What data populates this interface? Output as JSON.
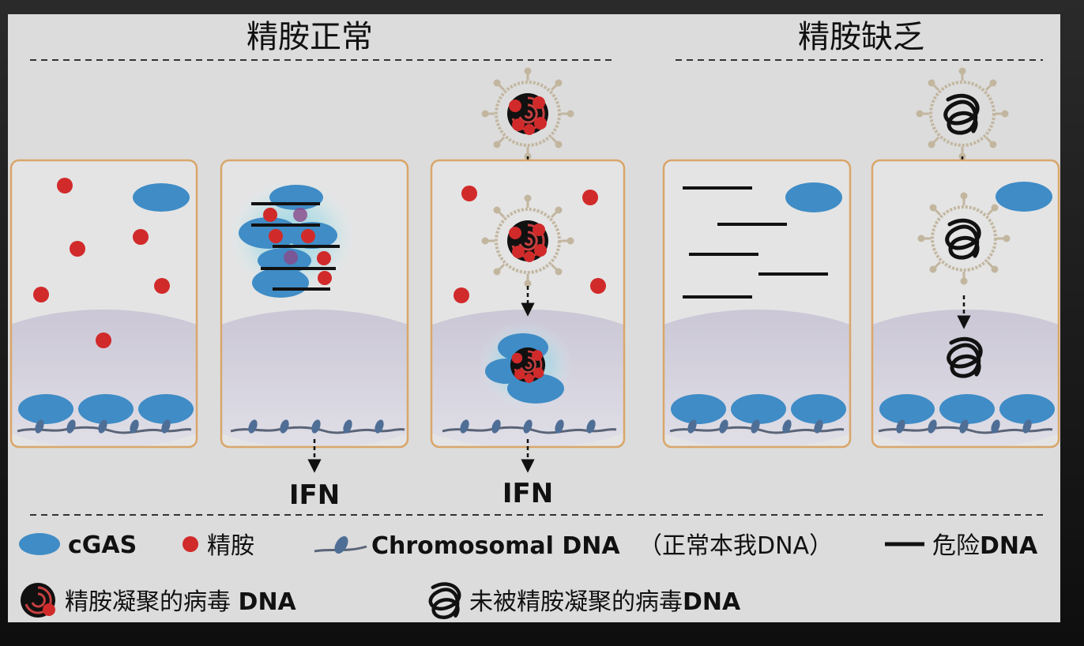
{
  "titles": {
    "normal": "精胺正常",
    "deficient": "精胺缺乏"
  },
  "outputs": {
    "ifn_left": "IFN",
    "ifn_right": "IFN"
  },
  "legend": {
    "cgas": "cGAS",
    "spermine": "精胺",
    "chromosomal": "Chromosomal DNA",
    "self": "（正常本我DNA）",
    "danger_prefix": "危险",
    "danger_suffix": "DNA",
    "condensed_prefix": "精胺凝聚的病毒 ",
    "condensed_suffix": "DNA",
    "uncondensed_prefix": "未被精胺凝聚的病毒",
    "uncondensed_suffix": "DNA"
  },
  "colors": {
    "cgas": "#3f8cc6",
    "spermine": "#d12a2a",
    "panel_border": "#d9a66a",
    "panel_fill": "#e4e4e4",
    "nucleus": "#c9c5d3",
    "capsid": "#c2b69f",
    "figure_bg": "#dcdcdc"
  }
}
